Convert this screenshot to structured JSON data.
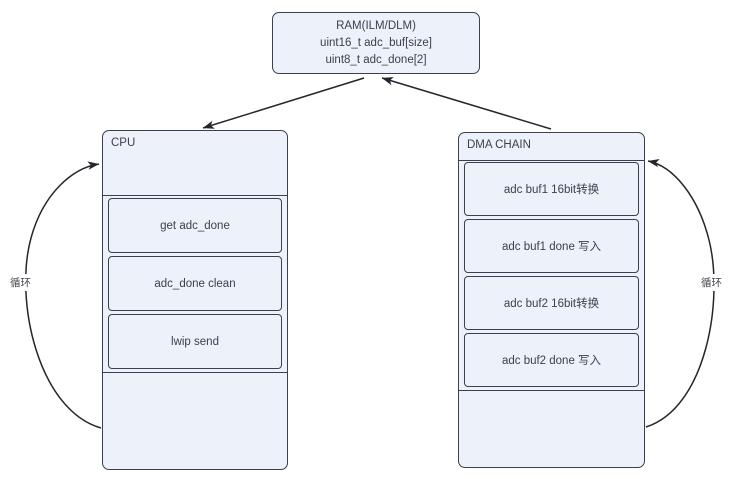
{
  "diagram": {
    "title_nodes": {
      "ram": {
        "name": "RAM",
        "lines": [
          "RAM(ILM/DLM)",
          "uint16_t adc_buf[size]",
          "uint8_t adc_done[2]"
        ]
      },
      "cpu": {
        "header": "CPU",
        "steps": [
          "get adc_done",
          "adc_done clean",
          "lwip send"
        ]
      },
      "dma": {
        "header": "DMA CHAIN",
        "steps": [
          "adc buf1 16bit转换",
          "adc buf1 done 写入",
          "adc buf2 16bit转换",
          "adc buf2 done 写入"
        ]
      }
    },
    "edge_labels": {
      "left_loop": "循环",
      "right_loop": "循环"
    },
    "colors": {
      "node_fill": "#edf1f9",
      "node_stroke": "#3a3f52",
      "text": "#3c3f4c",
      "arrow": "#24262e",
      "background": "#ffffff"
    }
  }
}
